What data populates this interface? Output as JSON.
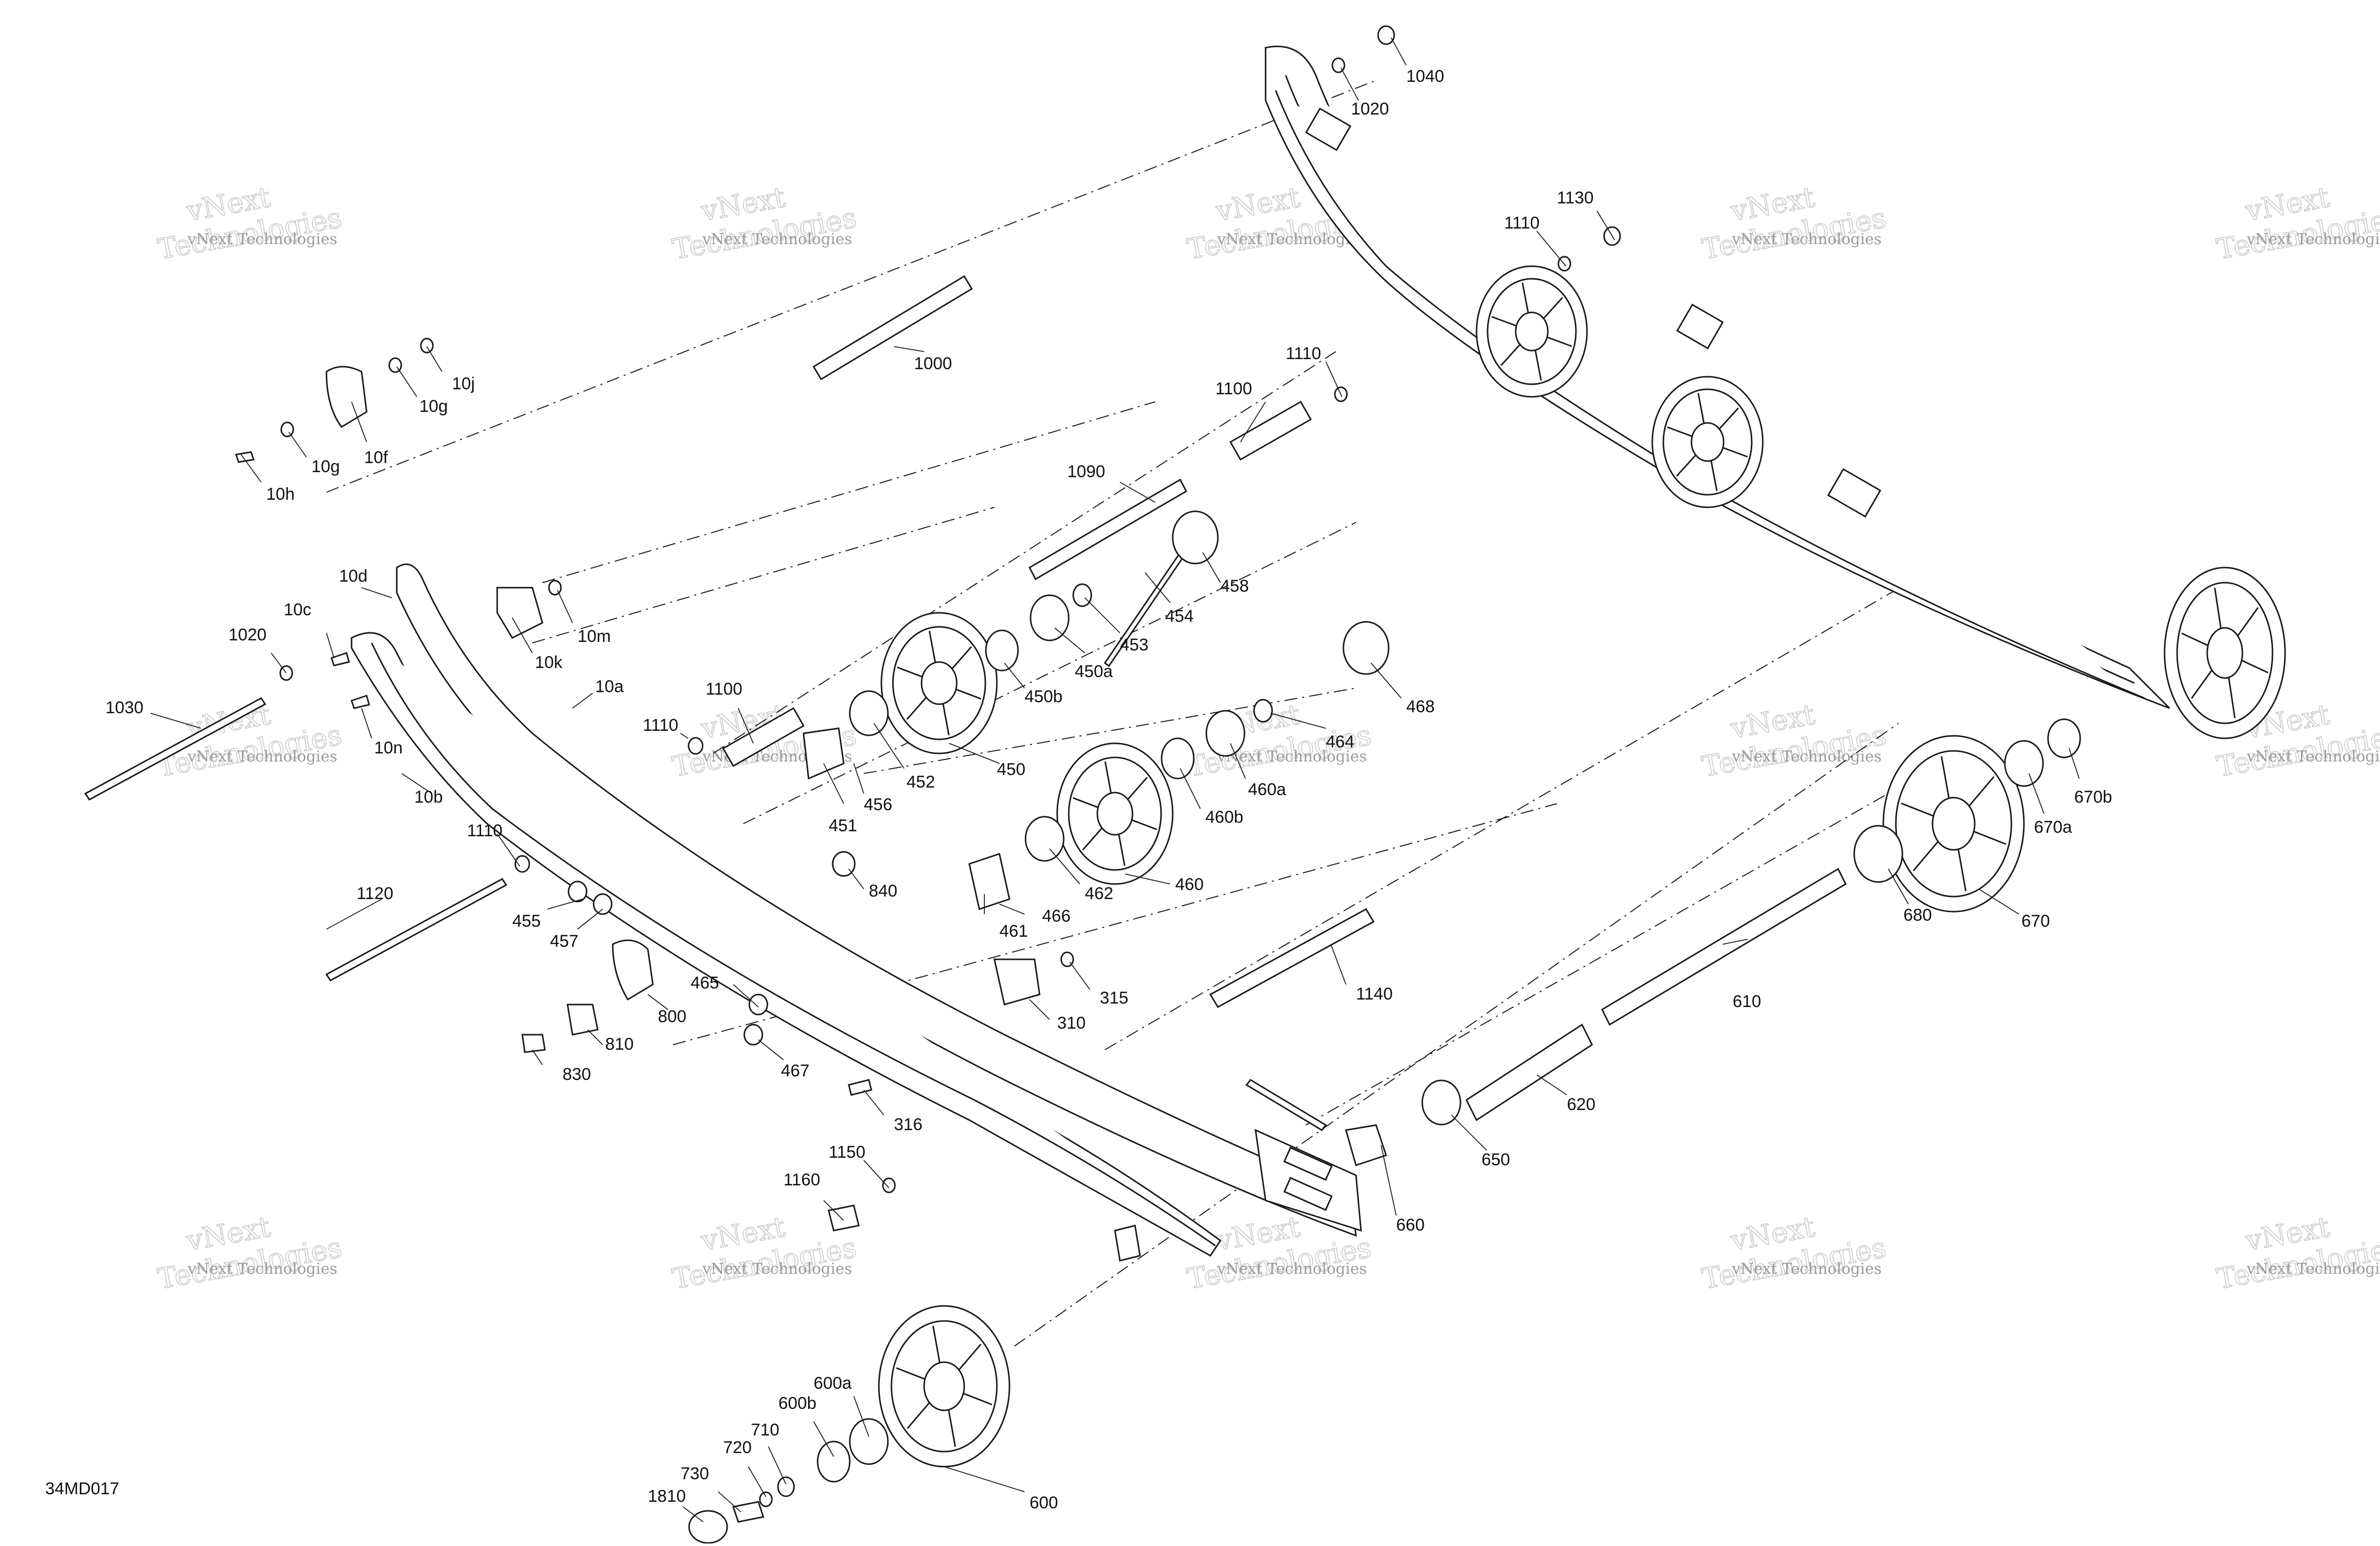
{
  "diagram": {
    "code": "34MD017",
    "watermark": {
      "line1": "vNext Technologies",
      "line2": "vNext",
      "line3": "Technologies"
    },
    "labels": [
      "1000",
      "1020",
      "1030",
      "1040",
      "1090",
      "1100",
      "1110",
      "1120",
      "1130",
      "1140",
      "1150",
      "1160",
      "1810",
      "10a",
      "10b",
      "10c",
      "10d",
      "10f",
      "10g",
      "10h",
      "10j",
      "10k",
      "10m",
      "10n",
      "310",
      "315",
      "316",
      "450",
      "450a",
      "450b",
      "451",
      "452",
      "453",
      "454",
      "455",
      "456",
      "457",
      "458",
      "460",
      "460a",
      "460b",
      "461",
      "462",
      "464",
      "466",
      "467",
      "468",
      "600",
      "600a",
      "600b",
      "610",
      "620",
      "650",
      "660",
      "670",
      "670a",
      "670b",
      "680",
      "710",
      "720",
      "730",
      "800",
      "810",
      "830",
      "840",
      "465"
    ]
  }
}
